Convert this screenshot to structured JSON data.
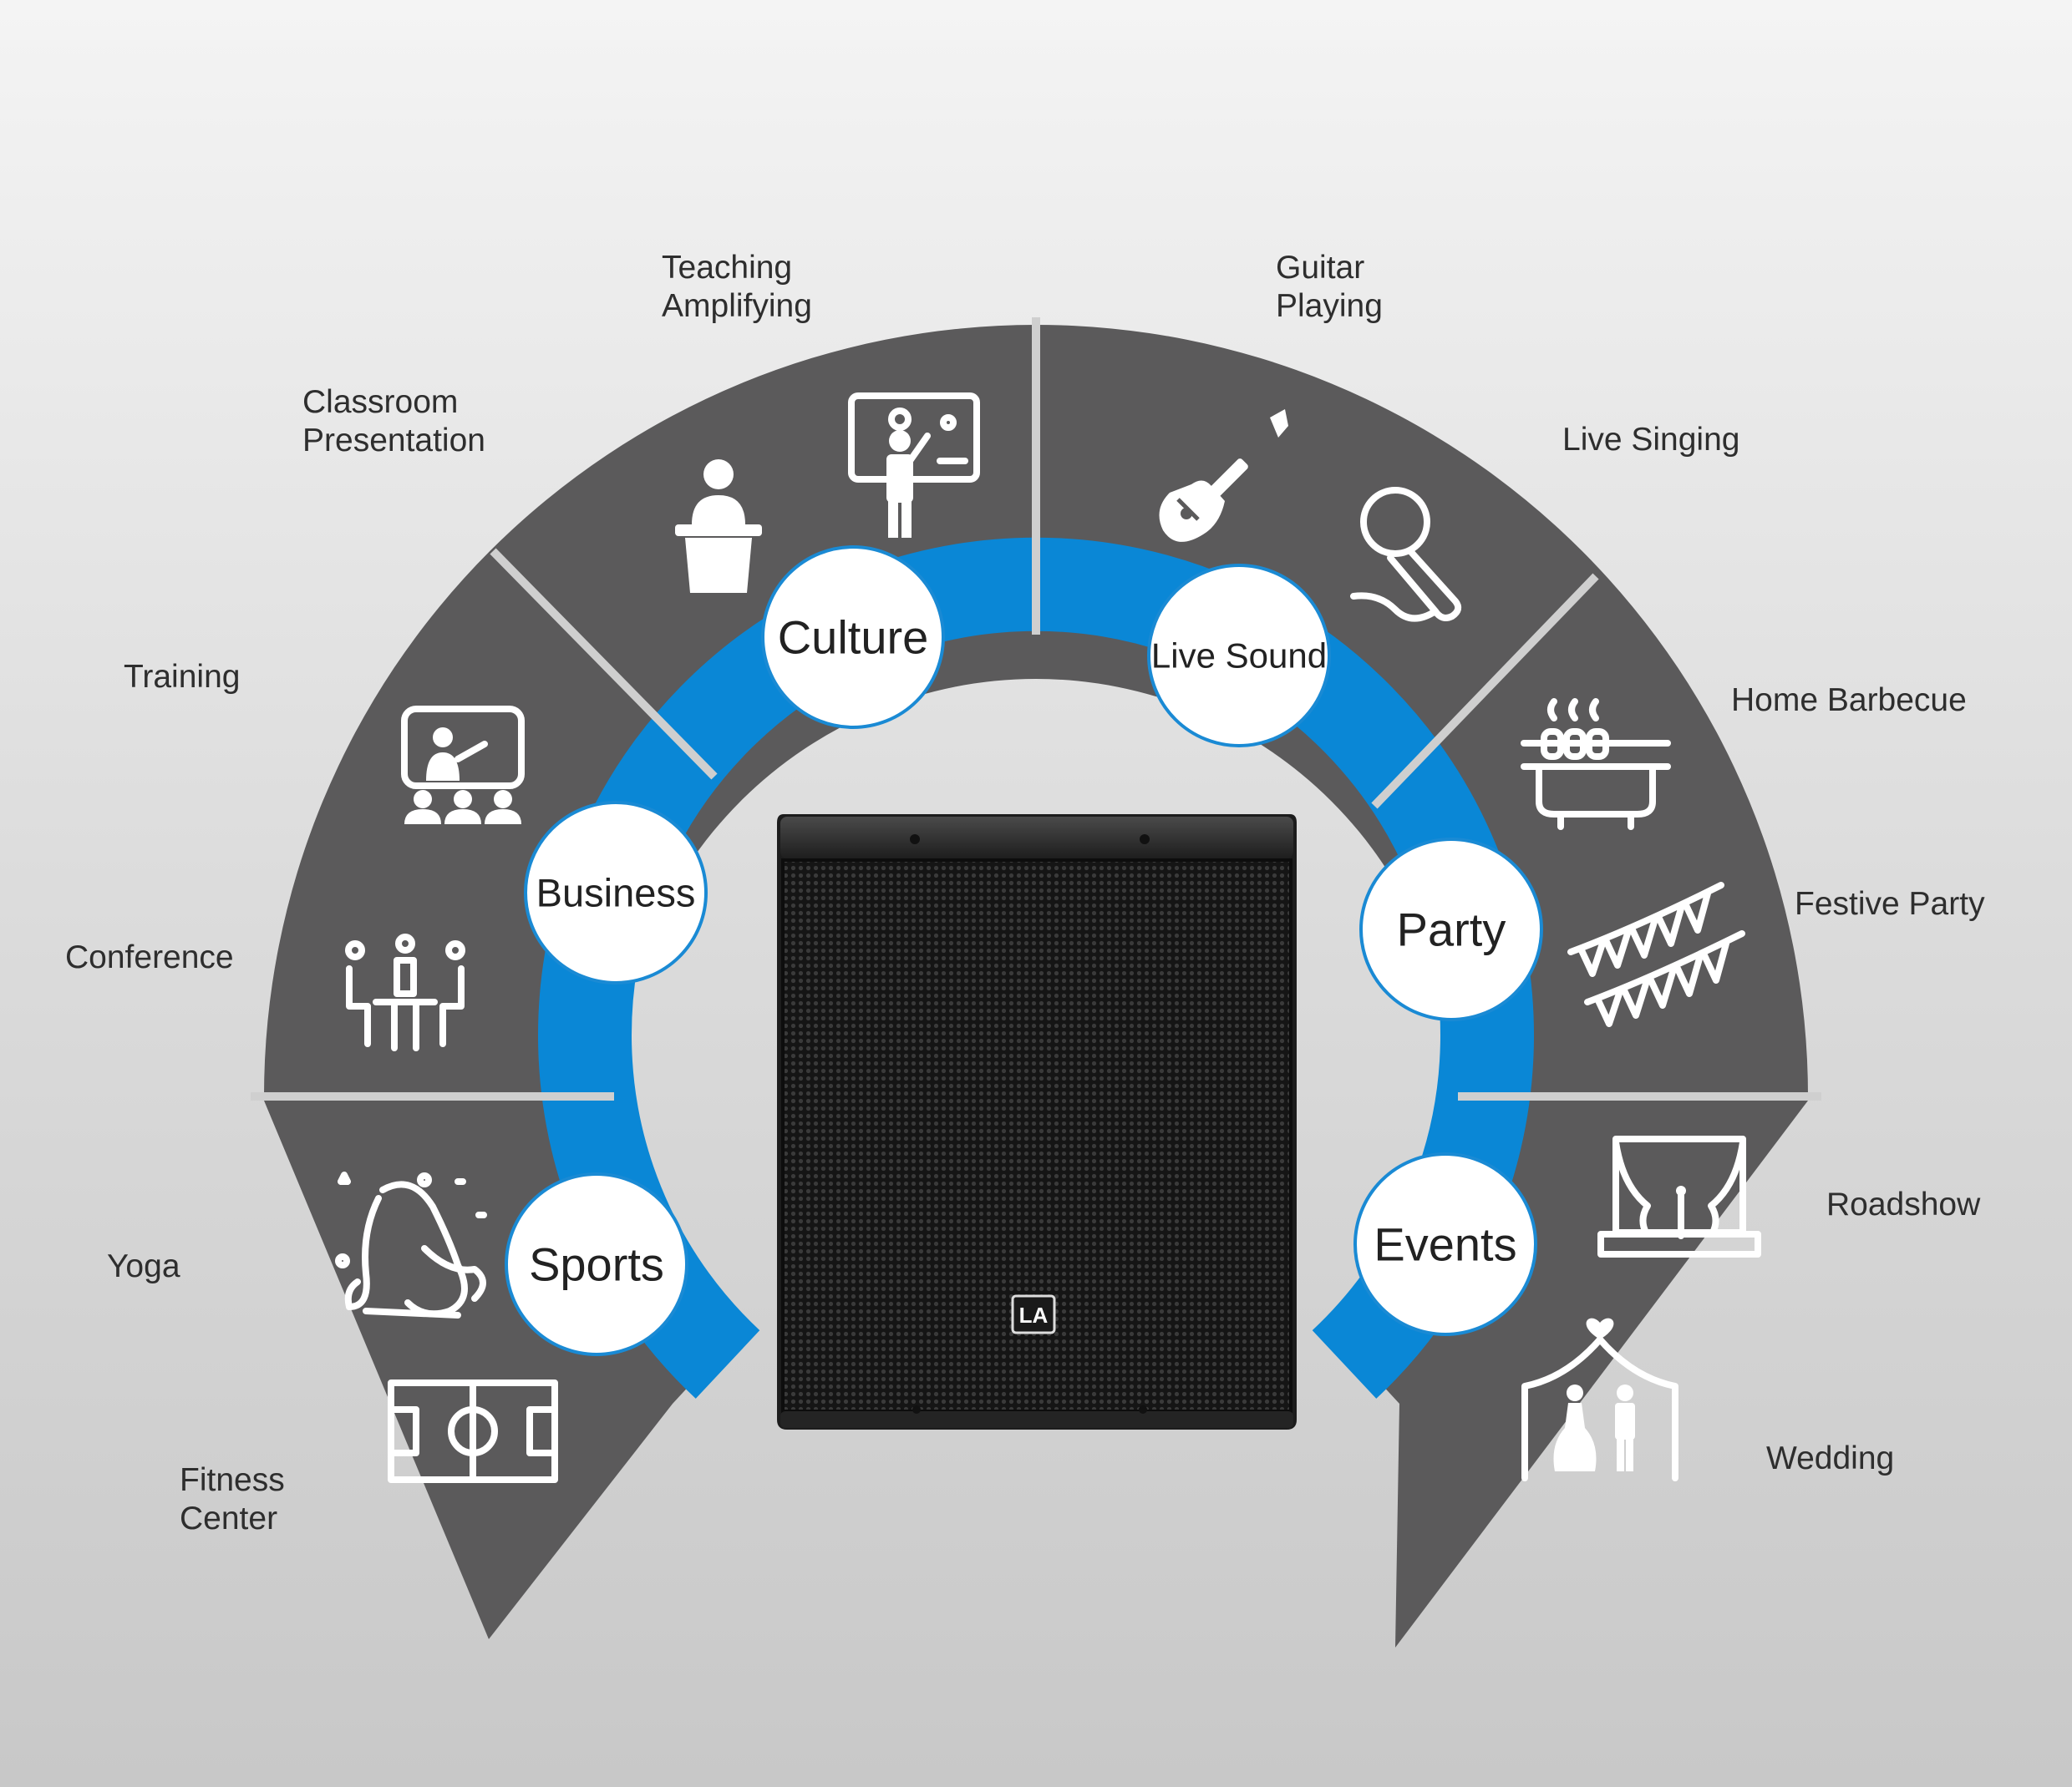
{
  "colors": {
    "wedge": "#5b5a5b",
    "divider": "#cfcfcf",
    "ring": "#0a87d6",
    "circle_fill": "#ffffff",
    "circle_stroke": "#1a8ad4",
    "speaker": "#1c1c1c"
  },
  "categories": {
    "culture": "Culture",
    "live_sound": "Live Sound",
    "business": "Business",
    "party": "Party",
    "sports": "Sports",
    "events": "Events"
  },
  "applications": {
    "teaching_line1": "Teaching",
    "teaching_line2": "Amplifying",
    "classroom_line1": "Classroom",
    "classroom_line2": "Presentation",
    "guitar_line1": "Guitar",
    "guitar_line2": "Playing",
    "live_singing": "Live Singing",
    "training": "Training",
    "conference": "Conference",
    "home_barbecue": "Home Barbecue",
    "festive_party": "Festive Party",
    "yoga": "Yoga",
    "fitness_line1": "Fitness",
    "fitness_line2": "Center",
    "roadshow": "Roadshow",
    "wedding": "Wedding"
  },
  "icons": {
    "teaching": "teacher-blackboard-icon",
    "classroom": "podium-speaker-icon",
    "guitar": "electric-guitar-icon",
    "live_singing": "microphone-icon",
    "training": "training-screen-icon",
    "conference": "meeting-table-icon",
    "home_barbecue": "barbecue-grill-icon",
    "festive_party": "bunting-flags-icon",
    "yoga": "yoga-pose-icon",
    "fitness": "football-field-icon",
    "roadshow": "stage-curtain-icon",
    "wedding": "wedding-arch-icon"
  },
  "product": {
    "logo_text": "LA"
  }
}
